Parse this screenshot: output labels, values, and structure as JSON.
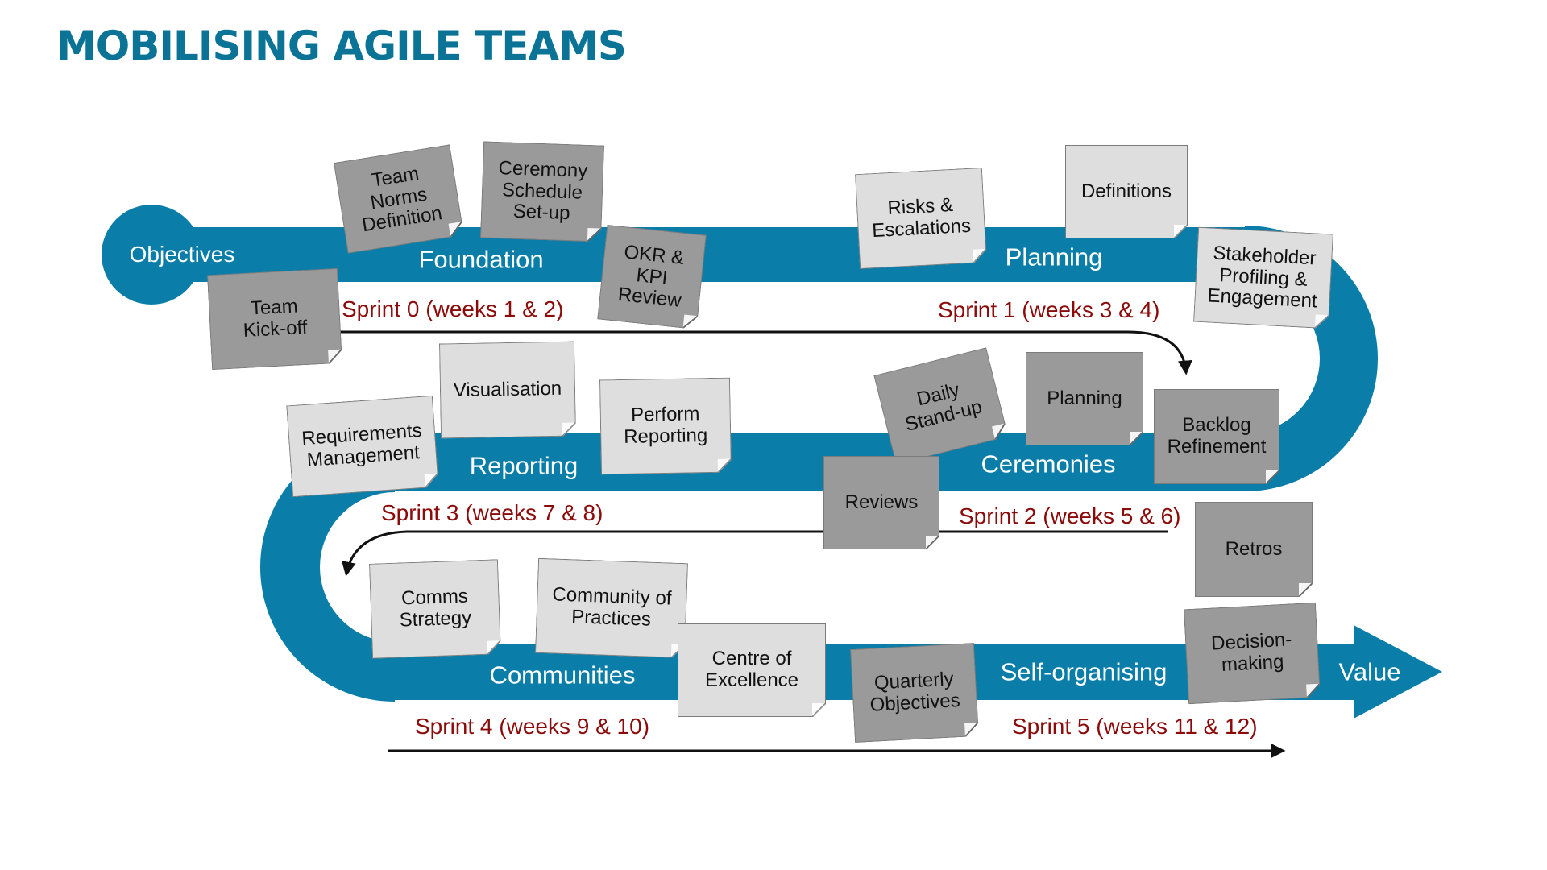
{
  "title": "MOBILISING AGILE TEAMS",
  "colors": {
    "path": "#0a7ea8",
    "title": "#0a7396",
    "sprint_text": "#8b0a0a",
    "note_dark": "#9a9a9a",
    "note_light": "#dedede",
    "timeline_arrow": "#111111"
  },
  "stages": {
    "start": "Objectives",
    "foundation": "Foundation",
    "planning": "Planning",
    "reporting": "Reporting",
    "ceremonies": "Ceremonies",
    "communities": "Communities",
    "self_organising": "Self-organising",
    "end": "Value"
  },
  "sprints": {
    "s0": "Sprint 0 (weeks 1 & 2)",
    "s1": "Sprint 1 (weeks 3 & 4)",
    "s2": "Sprint 2 (weeks 5 & 6)",
    "s3": "Sprint 3 (weeks 7 & 8)",
    "s4": "Sprint 4 (weeks 9 & 10)",
    "s5": "Sprint 5 (weeks 11 & 12)"
  },
  "notes": {
    "team_norms": "Team\nNorms\nDefinition",
    "ceremony_schedule": "Ceremony\nSchedule\nSet-up",
    "okr_kpi": "OKR &\nKPI\nReview",
    "team_kickoff": "Team\nKick-off",
    "risks": "Risks &\nEscalations",
    "definitions": "Definitions",
    "stakeholder": "Stakeholder\nProfiling &\nEngagement",
    "visualisation": "Visualisation",
    "requirements": "Requirements\nManagement",
    "perform_reporting": "Perform\nReporting",
    "daily_standup": "Daily\nStand-up",
    "planning": "Planning",
    "backlog": "Backlog\nRefinement",
    "reviews": "Reviews",
    "retros": "Retros",
    "comms": "Comms\nStrategy",
    "community": "Community of\nPractices",
    "centre": "Centre of\nExcellence",
    "quarterly": "Quarterly\nObjectives",
    "decision": "Decision-\nmaking"
  }
}
